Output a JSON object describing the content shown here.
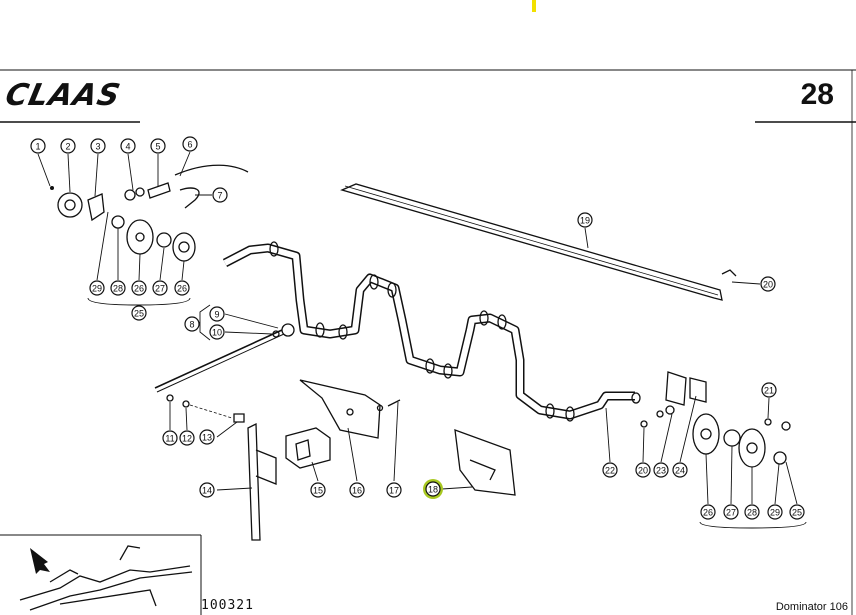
{
  "header": {
    "brand": "CLAAS",
    "page_number": "28"
  },
  "footer": {
    "document_code": "100321",
    "model": "Dominator 106"
  },
  "callouts": [
    {
      "label": "1"
    },
    {
      "label": "2"
    },
    {
      "label": "3"
    },
    {
      "label": "4"
    },
    {
      "label": "5"
    },
    {
      "label": "6"
    },
    {
      "label": "7"
    },
    {
      "label": "29"
    },
    {
      "label": "28"
    },
    {
      "label": "26"
    },
    {
      "label": "27"
    },
    {
      "label": "26"
    },
    {
      "label": "25"
    },
    {
      "label": "19"
    },
    {
      "label": "20"
    },
    {
      "label": "9"
    },
    {
      "label": "10"
    },
    {
      "label": "8"
    },
    {
      "label": "11"
    },
    {
      "label": "12"
    },
    {
      "label": "13"
    },
    {
      "label": "14"
    },
    {
      "label": "15"
    },
    {
      "label": "16"
    },
    {
      "label": "17"
    },
    {
      "label": "18",
      "highlighted": true
    },
    {
      "label": "22"
    },
    {
      "label": "20"
    },
    {
      "label": "23"
    },
    {
      "label": "24"
    },
    {
      "label": "21"
    },
    {
      "label": "26"
    },
    {
      "label": "27"
    },
    {
      "label": "28"
    },
    {
      "label": "29"
    },
    {
      "label": "25"
    }
  ],
  "colors": {
    "ink": "#111111",
    "highlight": "#a8c820",
    "marker": "#f2e000"
  }
}
